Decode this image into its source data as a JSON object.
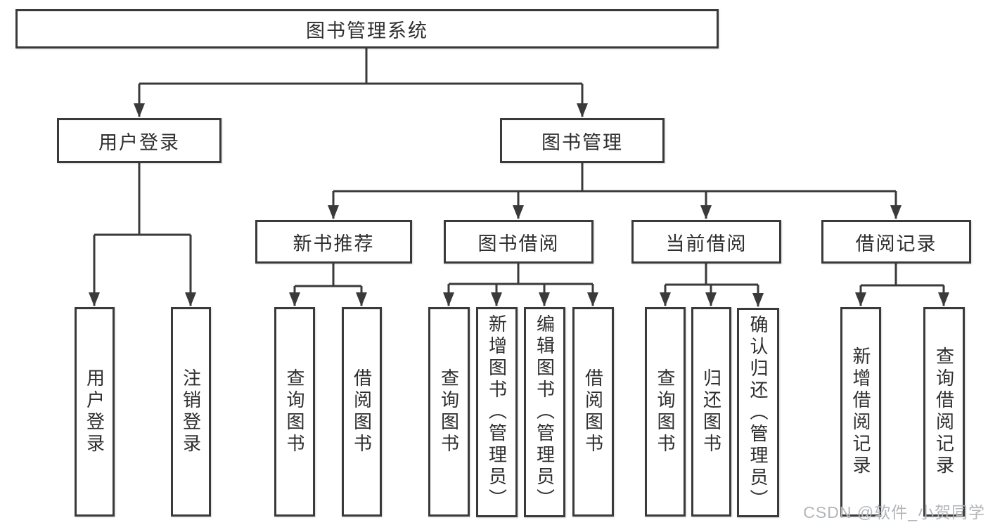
{
  "watermark": "CSDN @软件_小贺同学",
  "colors": {
    "line": "#3a3a3a",
    "text": "#2e2e2e",
    "watermark": "#b2b6ba",
    "background": "#ffffff"
  },
  "tree": {
    "root": "图书管理系统",
    "branches": [
      {
        "label": "用户登录",
        "leaves": [
          "用户登录",
          "注销登录"
        ]
      },
      {
        "label": "图书管理",
        "children": [
          {
            "label": "新书推荐",
            "leaves": [
              "查询图书",
              "借阅图书"
            ]
          },
          {
            "label": "图书借阅",
            "leaves": [
              "查询图书",
              "新增图书（管理员）",
              "编辑图书（管理员）",
              "借阅图书"
            ]
          },
          {
            "label": "当前借阅",
            "leaves": [
              "查询图书",
              "归还图书",
              "确认归还（管理员）"
            ]
          },
          {
            "label": "借阅记录",
            "leaves": [
              "新增借阅记录",
              "查询借阅记录"
            ]
          }
        ]
      }
    ]
  }
}
